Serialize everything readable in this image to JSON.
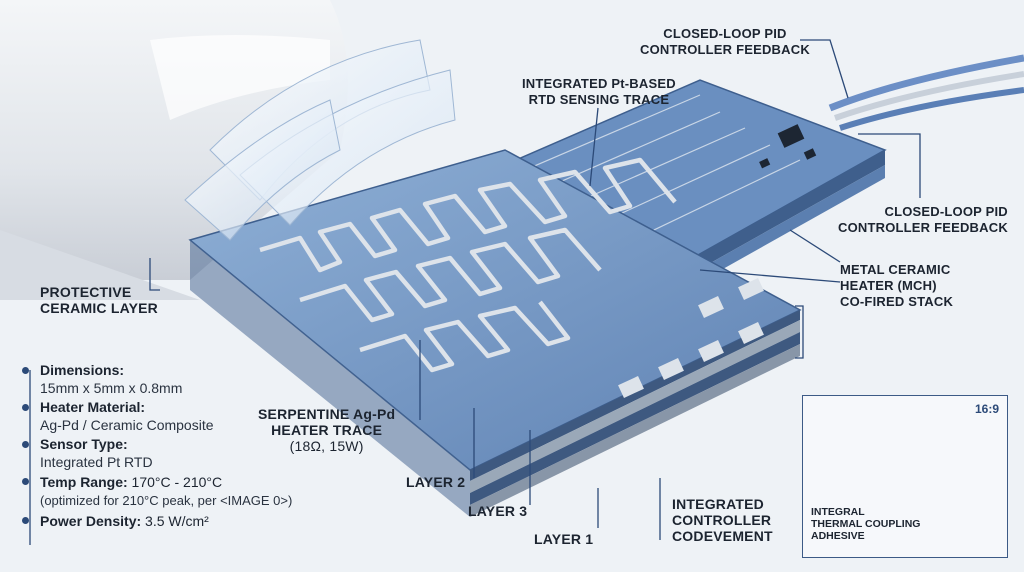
{
  "labels": {
    "pid_top": [
      "CLOSED-LOOP PID",
      "CONTROLLER FEEDBACK"
    ],
    "rtd": [
      "INTEGRATED Pt-BASED",
      "RTD SENSING TRACE"
    ],
    "pid_right": [
      "CLOSED-LOOP PID",
      "CONTROLLER FEEDBACK"
    ],
    "mch": [
      "METAL CERAMIC",
      "HEATER (MCH)",
      "CO-FIRED STACK"
    ],
    "protective": [
      "PROTECTIVE",
      "CERAMIC LAYER"
    ],
    "serpentine": [
      "SERPENTINE Ag-Pd",
      "HEATER TRACE",
      "(18Ω, 15W)"
    ],
    "layer2": "LAYER 2",
    "layer3": "LAYER 3",
    "layer1": "LAYER 1",
    "controller": [
      "INTEGRATED",
      "CONTROLLER",
      "CODEVEMENT"
    ]
  },
  "specs": {
    "dimensions_label": "Dimensions:",
    "dimensions_value": "15mm x 5mm x 0.8mm",
    "heater_label": "Heater Material:",
    "heater_value": "Ag-Pd / Ceramic Composite",
    "sensor_label": "Sensor Type:",
    "sensor_value": "Integrated Pt RTD",
    "temp_label": "Temp Range:",
    "temp_value": "170°C - 210°C",
    "temp_note": "(optimized for 210°C peak, per <IMAGE 0>)",
    "power_label": "Power Density:",
    "power_value": "3.5 W/cm²"
  },
  "inset": {
    "tag": "16:9",
    "label": [
      "INTEGRAL",
      "THERMAL COUPLING",
      "ADHESIVE"
    ]
  },
  "icons": [
    "bullet-dot-icon"
  ],
  "colors": {
    "accent": "#2c4a78",
    "substrate": "#6f90bf",
    "trace": "#d6dde6",
    "copper": "#d9a184"
  }
}
